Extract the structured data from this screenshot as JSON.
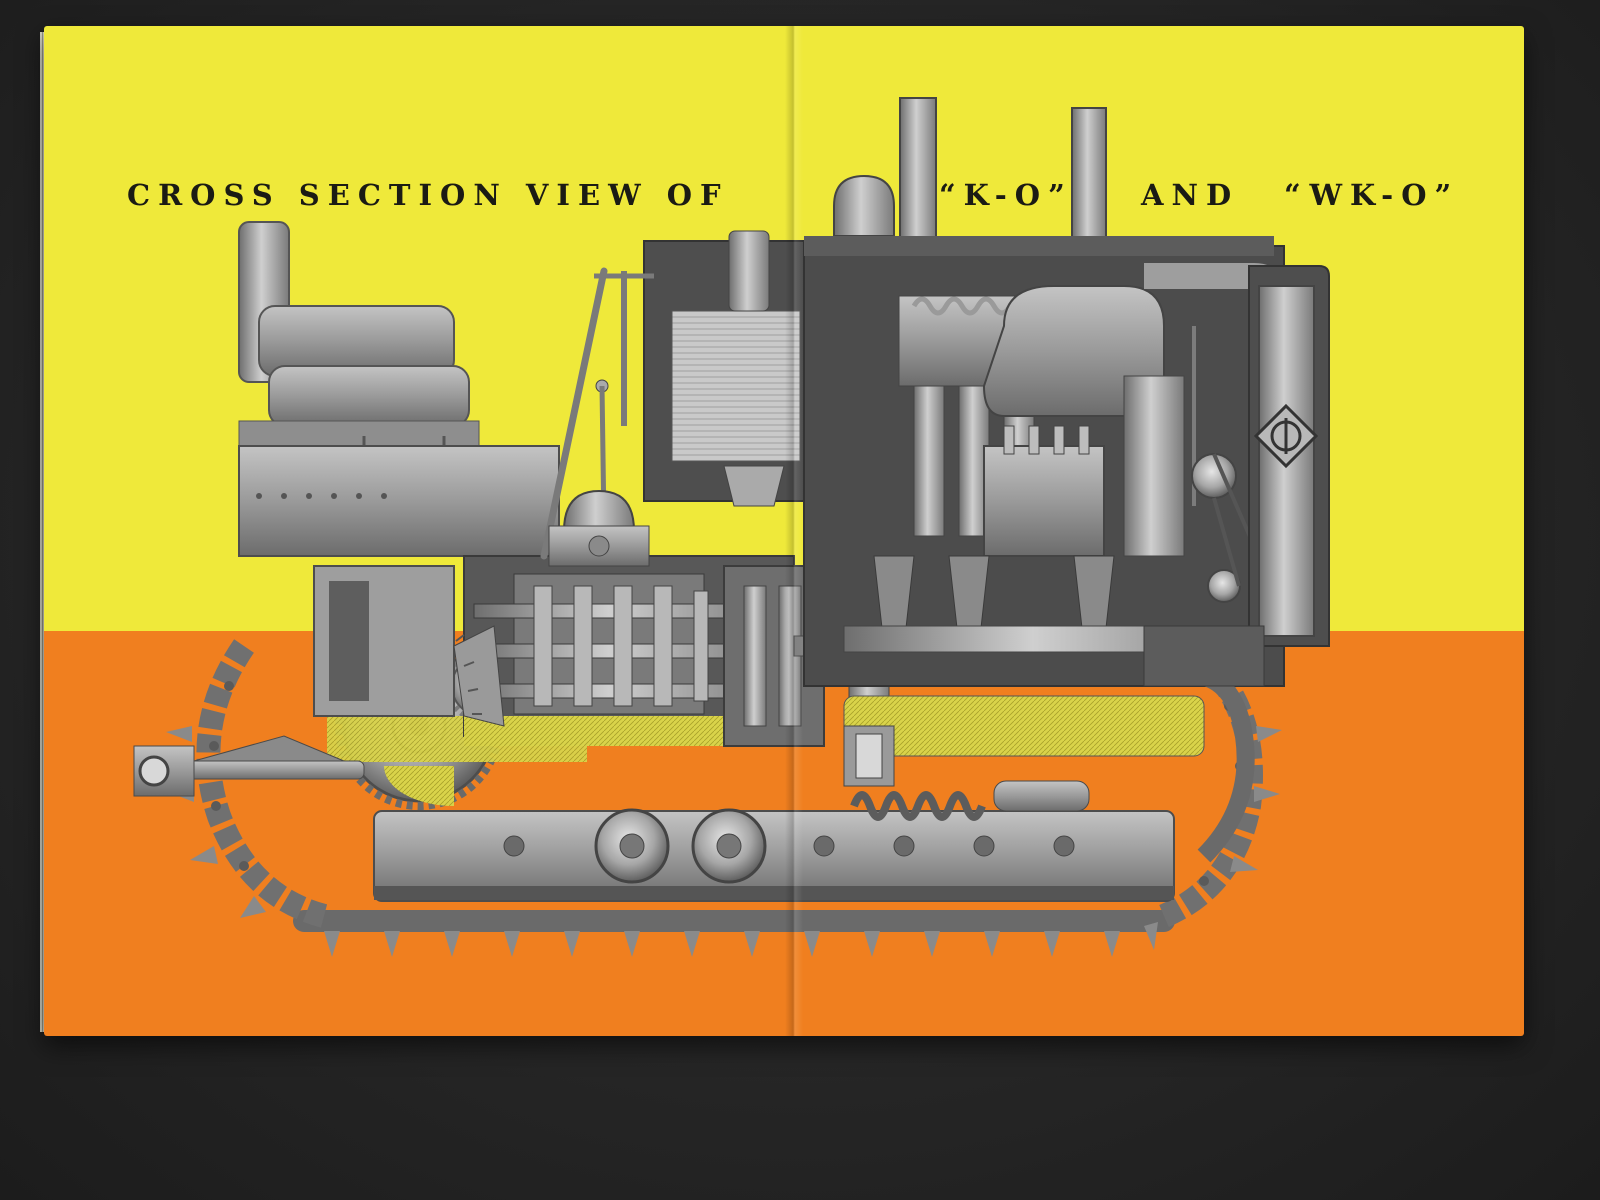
{
  "title": {
    "part1": "CROSS SECTION VIEW OF",
    "part2": "“K-O”",
    "part3": "AND",
    "part4": "“WK-O”"
  },
  "colors": {
    "background": "#262626",
    "page_yellow": "#efe93a",
    "page_orange": "#f07f1f",
    "machine_grey": "#9a9a9a",
    "oil_yellow": "#d9d34a",
    "title_ink": "#1b1b14"
  }
}
